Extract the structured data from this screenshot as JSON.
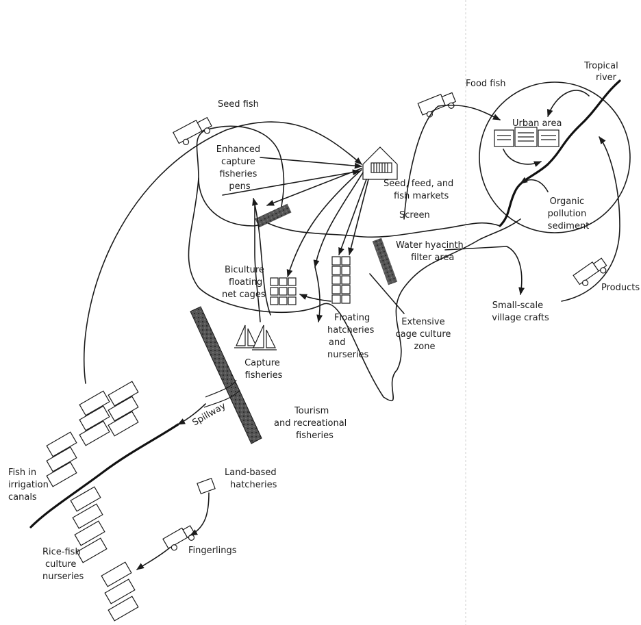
{
  "labels": {
    "tropical_river": [
      "Tropical",
      "river"
    ],
    "food_fish": "Food fish",
    "seed_fish": "Seed fish",
    "urban_area": "Urban area",
    "enhanced_capture": [
      "Enhanced",
      "capture",
      "fisheries",
      "pens"
    ],
    "markets": [
      "Seed, feed, and",
      "fish markets"
    ],
    "organic_pollution": [
      "Organic",
      "pollution",
      "sediment"
    ],
    "screen": "Screen",
    "water_hyacinth": [
      "Water hyacinth",
      "filter area"
    ],
    "biculture": [
      "Biculture",
      "floating",
      "net cages"
    ],
    "products": "Products",
    "small_scale": [
      "Small-scale",
      "village crafts"
    ],
    "extensive_cage": [
      "Extensive",
      "cage culture",
      "zone"
    ],
    "floating_hatcheries": [
      "Floating",
      "hatcheries",
      "and",
      "nurseries"
    ],
    "capture_fisheries": [
      "Capture",
      "fisheries"
    ],
    "spillway": "Spillway",
    "tourism": [
      "Tourism",
      "and recreational",
      "fisheries"
    ],
    "fish_in_irrigation": [
      "Fish in",
      "irrigation",
      "canals"
    ],
    "land_based": [
      "Land-based",
      "hatcheries"
    ],
    "fingerlings": "Fingerlings",
    "rice_fish": [
      "Rice-fish",
      "culture",
      "nurseries"
    ]
  }
}
